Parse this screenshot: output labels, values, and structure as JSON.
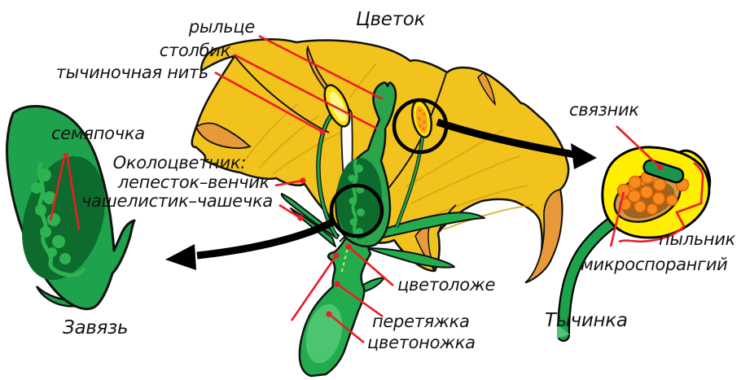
{
  "title": "Цветок",
  "labels": {
    "stigma": "рыльце",
    "style": "столбик",
    "filament": "тычиночная нить",
    "ovule": "семяпочка",
    "perianth_heading": "Околоцветник:",
    "petal_corolla": "лепесток–венчик",
    "sepal_calyx": "чашелистик–чашечка",
    "ovary": "Завязь",
    "receptacle": "цветоложе",
    "constriction": "перетяжка",
    "pedicel": "цветоножка",
    "connective": "связник",
    "anther": "пыльник",
    "microsporangium": "микроспорангий",
    "stamen": "Тычинка"
  },
  "colors": {
    "leader_red": "#ed1c24",
    "petal_yellow": "#f2c31d",
    "petal_orange": "#e89a3b",
    "leaf_green": "#23ac4d",
    "pistil_green": "#2aa54b",
    "dark_green": "#0d6b2d",
    "ovule_green": "#2db451",
    "anther_yellow": "#ffee00",
    "pollen_orange": "#f68b1f",
    "pouch_tan": "#d89a44",
    "outline_black": "#000000"
  }
}
